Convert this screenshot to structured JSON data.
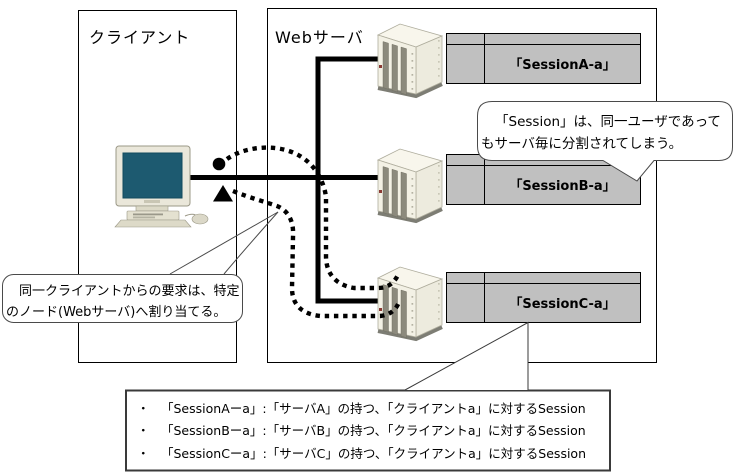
{
  "boxes": {
    "client": {
      "title": "クライアント"
    },
    "web": {
      "title": "Webサーバ"
    }
  },
  "session_tables": [
    {
      "label": "「SessionA-a」"
    },
    {
      "label": "「SessionB-a」"
    },
    {
      "label": "「SessionC-a」"
    }
  ],
  "callout_right": {
    "lines": [
      "「Session」は、同一ユーザであって",
      "もサーバ毎に分割されてしまう。"
    ]
  },
  "callout_left": {
    "lines": [
      "同一クライアントからの要求は、特定",
      "のノード(Webサーバ)へ割り当てる。"
    ]
  },
  "notes_box": {
    "bullet": "・",
    "items": [
      "「SessionAーa」:「サーバA」の持つ、「クライアントa」に対するSession",
      "「SessionBーa」:「サーバB」の持つ、「クライアントa」に対するSession",
      "「SessionCーa」:「サーバC」の持つ、「クライアントa」に対するSession"
    ]
  },
  "colors": {
    "table_fill": "#C0C0C0",
    "diagram_line": "#000000",
    "monitor_screen": "#1D5A70",
    "server_body": "#F3F1E5",
    "bubble_border": "#4A4A4A"
  }
}
